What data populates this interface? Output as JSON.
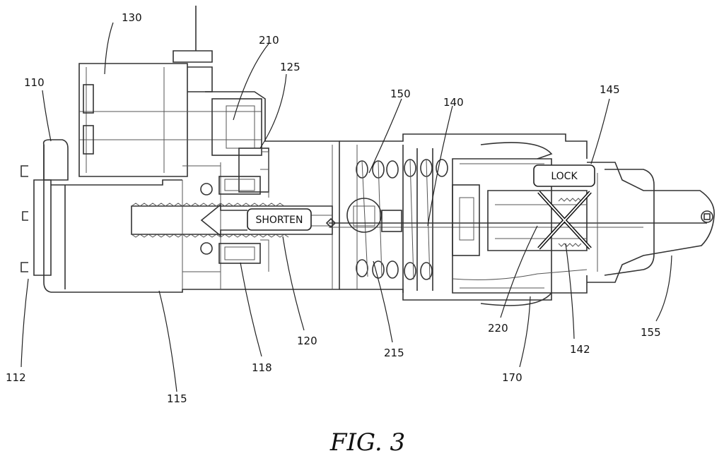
{
  "callouts": {
    "lock": "LOCK",
    "shorten": "SHORTEN"
  },
  "reference_numerals": {
    "r110": "110",
    "r112": "112",
    "r115": "115",
    "r118": "118",
    "r120": "120",
    "r125": "125",
    "r130": "130",
    "r140": "140",
    "r142": "142",
    "r145": "145",
    "r150": "150",
    "r155": "155",
    "r170": "170",
    "r210": "210",
    "r215": "215",
    "r220": "220"
  },
  "caption": "FIG. 3"
}
